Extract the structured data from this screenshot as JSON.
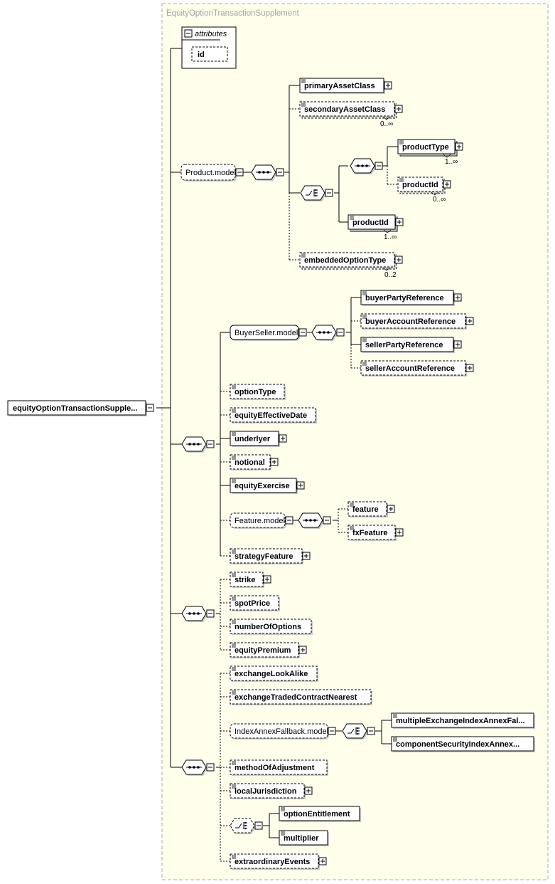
{
  "group": {
    "title": "EquityOptionTransactionSupplement"
  },
  "root": {
    "label": "equityOptionTransactionSupple..."
  },
  "attributes": {
    "header": "attributes",
    "items": [
      "id"
    ]
  },
  "groups": {
    "product_model": "Product.model",
    "buyer_seller_model": "BuyerSeller.model",
    "feature_model": "Feature.model",
    "index_annex_fallback_model": "IndexAnnexFallback.model"
  },
  "elements": {
    "primary_asset_class": "primaryAssetClass",
    "secondary_asset_class": "secondaryAssetClass",
    "product_type": "productType",
    "product_id_optional": "productId",
    "product_id_required": "productId",
    "embedded_option_type": "embeddedOptionType",
    "buyer_party_reference": "buyerPartyReference",
    "buyer_account_reference": "buyerAccountReference",
    "seller_party_reference": "sellerPartyReference",
    "seller_account_reference": "sellerAccountReference",
    "option_type": "optionType",
    "equity_effective_date": "equityEffectiveDate",
    "underlyer": "underlyer",
    "notional": "notional",
    "equity_exercise": "equityExercise",
    "feature": "feature",
    "fx_feature": "fxFeature",
    "strategy_feature": "strategyFeature",
    "strike": "strike",
    "spot_price": "spotPrice",
    "number_of_options": "numberOfOptions",
    "equity_premium": "equityPremium",
    "exchange_look_alike": "exchangeLookAlike",
    "exchange_traded_contract_nearest": "exchangeTradedContractNearest",
    "multiple_exchange_index_annex_fallback": "multipleExchangeIndexAnnexFal...",
    "component_security_index_annex": "componentSecurityIndexAnnex...",
    "method_of_adjustment": "methodOfAdjustment",
    "local_jurisdiction": "localJurisdiction",
    "option_entitlement": "optionEntitlement",
    "multiplier": "multiplier",
    "extraordinary_events": "extraordinaryEvents"
  },
  "cardinalities": {
    "secondary_asset_class": "0..∞",
    "product_type": "1..∞",
    "product_id_optional": "0..∞",
    "product_id_required": "1..∞",
    "embedded_option_type": "0..2"
  },
  "colors": {
    "group_border": "#a8a8a8",
    "group_fill": "#ffffec",
    "box_fill": "#ffffff",
    "line": "#000000",
    "shadow": "#c8c8c8"
  }
}
